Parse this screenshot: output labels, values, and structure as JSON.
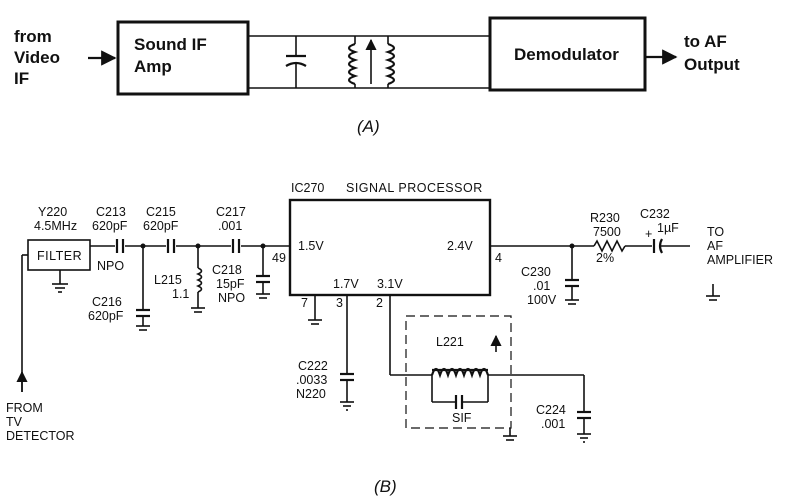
{
  "block_diagram": {
    "input_lines": [
      "from",
      "Video",
      "IF"
    ],
    "sound_if_lines": [
      "Sound IF",
      "Amp"
    ],
    "demodulator": "Demodulator",
    "output_lines": [
      "to AF",
      "Output"
    ],
    "caption": "(A)"
  },
  "schematic": {
    "ic_label": "IC270",
    "ic_title": "SIGNAL PROCESSOR",
    "pins": {
      "p49_voltage": "1.5V",
      "p49_number": "49",
      "p4_voltage": "2.4V",
      "p4_number": "4",
      "p7_number": "7",
      "p3_voltage": "1.7V",
      "p3_number": "3",
      "p2_voltage": "3.1V",
      "p2_number": "2"
    },
    "filter_box": "FILTER",
    "y220": [
      "Y220",
      "4.5MHz"
    ],
    "c213": [
      "C213",
      "620pF"
    ],
    "npo1": "NPO",
    "c215": [
      "C215",
      "620pF"
    ],
    "c217": [
      "C217",
      ".001"
    ],
    "c216": [
      "C216",
      "620pF"
    ],
    "l215": [
      "L215",
      "1.1"
    ],
    "c218": [
      "C218",
      "15pF",
      "NPO"
    ],
    "c222": [
      "C222",
      ".0033",
      "N220"
    ],
    "l221": "L221",
    "sif": "SIF",
    "c224": [
      "C224",
      ".001"
    ],
    "r230": [
      "R230",
      "7500",
      "2%"
    ],
    "c230": [
      "C230",
      ".01",
      "100V"
    ],
    "c232": [
      "C232",
      "1µF"
    ],
    "to_af": [
      "TO",
      "AF",
      "AMPLIFIER"
    ],
    "from_tv": [
      "FROM",
      "TV",
      "DETECTOR"
    ],
    "caption": "(B)"
  }
}
